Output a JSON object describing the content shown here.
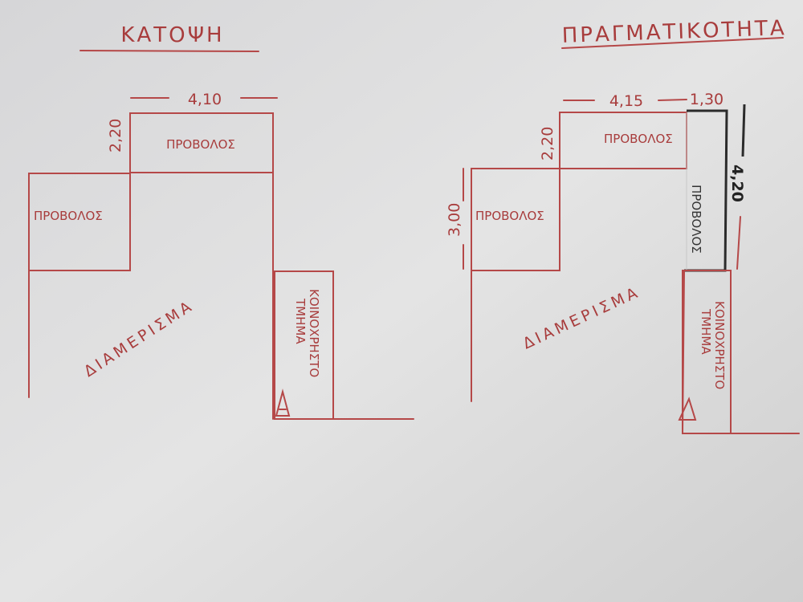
{
  "left_plan": {
    "title": "ΚΑΤΟΨΗ",
    "dim_width": "4,10",
    "dim_depth": "2,20",
    "balcony_top": "ΠΡΟΒΟΛΟΣ",
    "balcony_left": "ΠΡΟΒΟΛΟΣ",
    "apartment": "ΔΙΑΜΕΡΙΣΜΑ",
    "common_area_line1": "ΚΟΙΝΟΧΡΗΣΤΟ",
    "common_area_line2": "ΤΜΗΜΑ"
  },
  "right_plan": {
    "title": "ΠΡΑΓΜΑΤΙΚΟΤΗΤΑ",
    "dim_width": "4,15",
    "dim_extra": "1,30",
    "dim_depth": "2,20",
    "dim_left": "3,00",
    "dim_side": "4,20",
    "balcony_top": "ΠΡΟΒΟΛΟΣ",
    "balcony_left": "ΠΡΟΒΟΛΟΣ",
    "balcony_side": "ΠΡΟΒΟΛΟΣ",
    "apartment": "ΔΙΑΜΕΡΙΣΜΑ",
    "common_area_line1": "ΚΟΙΝΟΧΡΗΣΤΟ",
    "common_area_line2": "ΤΜΗΜΑ"
  },
  "colors": {
    "ink": "#b54848",
    "paper": "#dcdcdc",
    "pencil": "#2b2b2b"
  }
}
